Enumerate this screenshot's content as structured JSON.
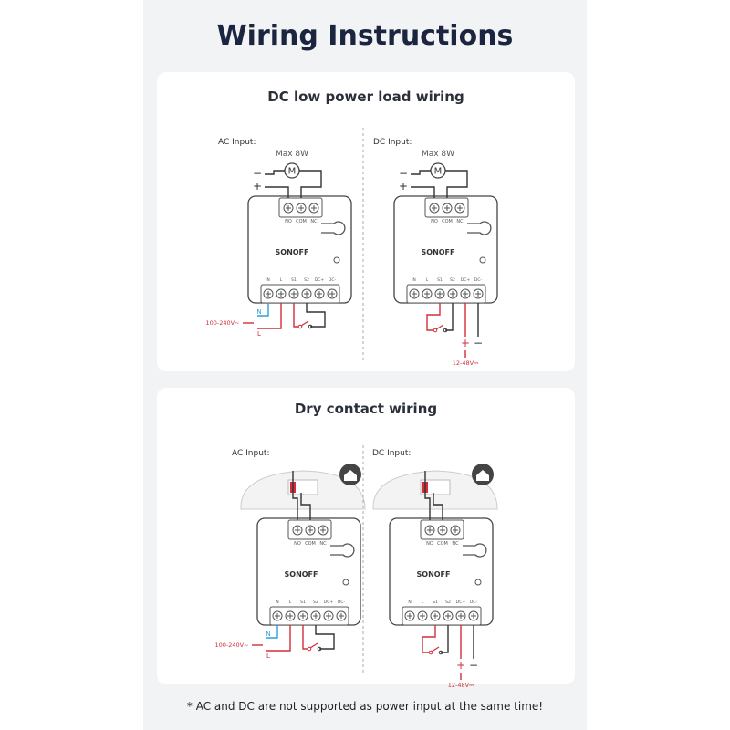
{
  "title": "Wiring Instructions",
  "sections": [
    {
      "heading": "DC low power load wiring",
      "panels": [
        {
          "label": "AC Input:",
          "load": "Max 8W",
          "supply": "100-240V~",
          "type": "ac-load"
        },
        {
          "label": "DC Input:",
          "load": "Max 8W",
          "supply": "12-48V⎓",
          "type": "dc-load"
        }
      ]
    },
    {
      "heading": "Dry contact wiring",
      "panels": [
        {
          "label": "AC Input:",
          "supply": "100-240V~",
          "type": "ac-dry",
          "icon": "garage-icon"
        },
        {
          "label": "DC Input:",
          "supply": "12-48V⎓",
          "type": "dc-dry",
          "icon": "garage-icon"
        }
      ]
    }
  ],
  "device": {
    "brand": "SONOFF",
    "top_terminals": [
      "NO",
      "COM",
      "NC"
    ],
    "bottom_terminals": [
      "N",
      "L",
      "S1",
      "S2",
      "DC+",
      "DC-"
    ],
    "neutral": "N",
    "live": "L",
    "plus": "+",
    "minus": "−",
    "motor": "M"
  },
  "colors": {
    "live": "#d22e3c",
    "neutral": "#2aa0d8",
    "wire": "#333333",
    "title": "#1c2540"
  },
  "footnote": "*  AC and DC are not supported as power input at the same time!"
}
